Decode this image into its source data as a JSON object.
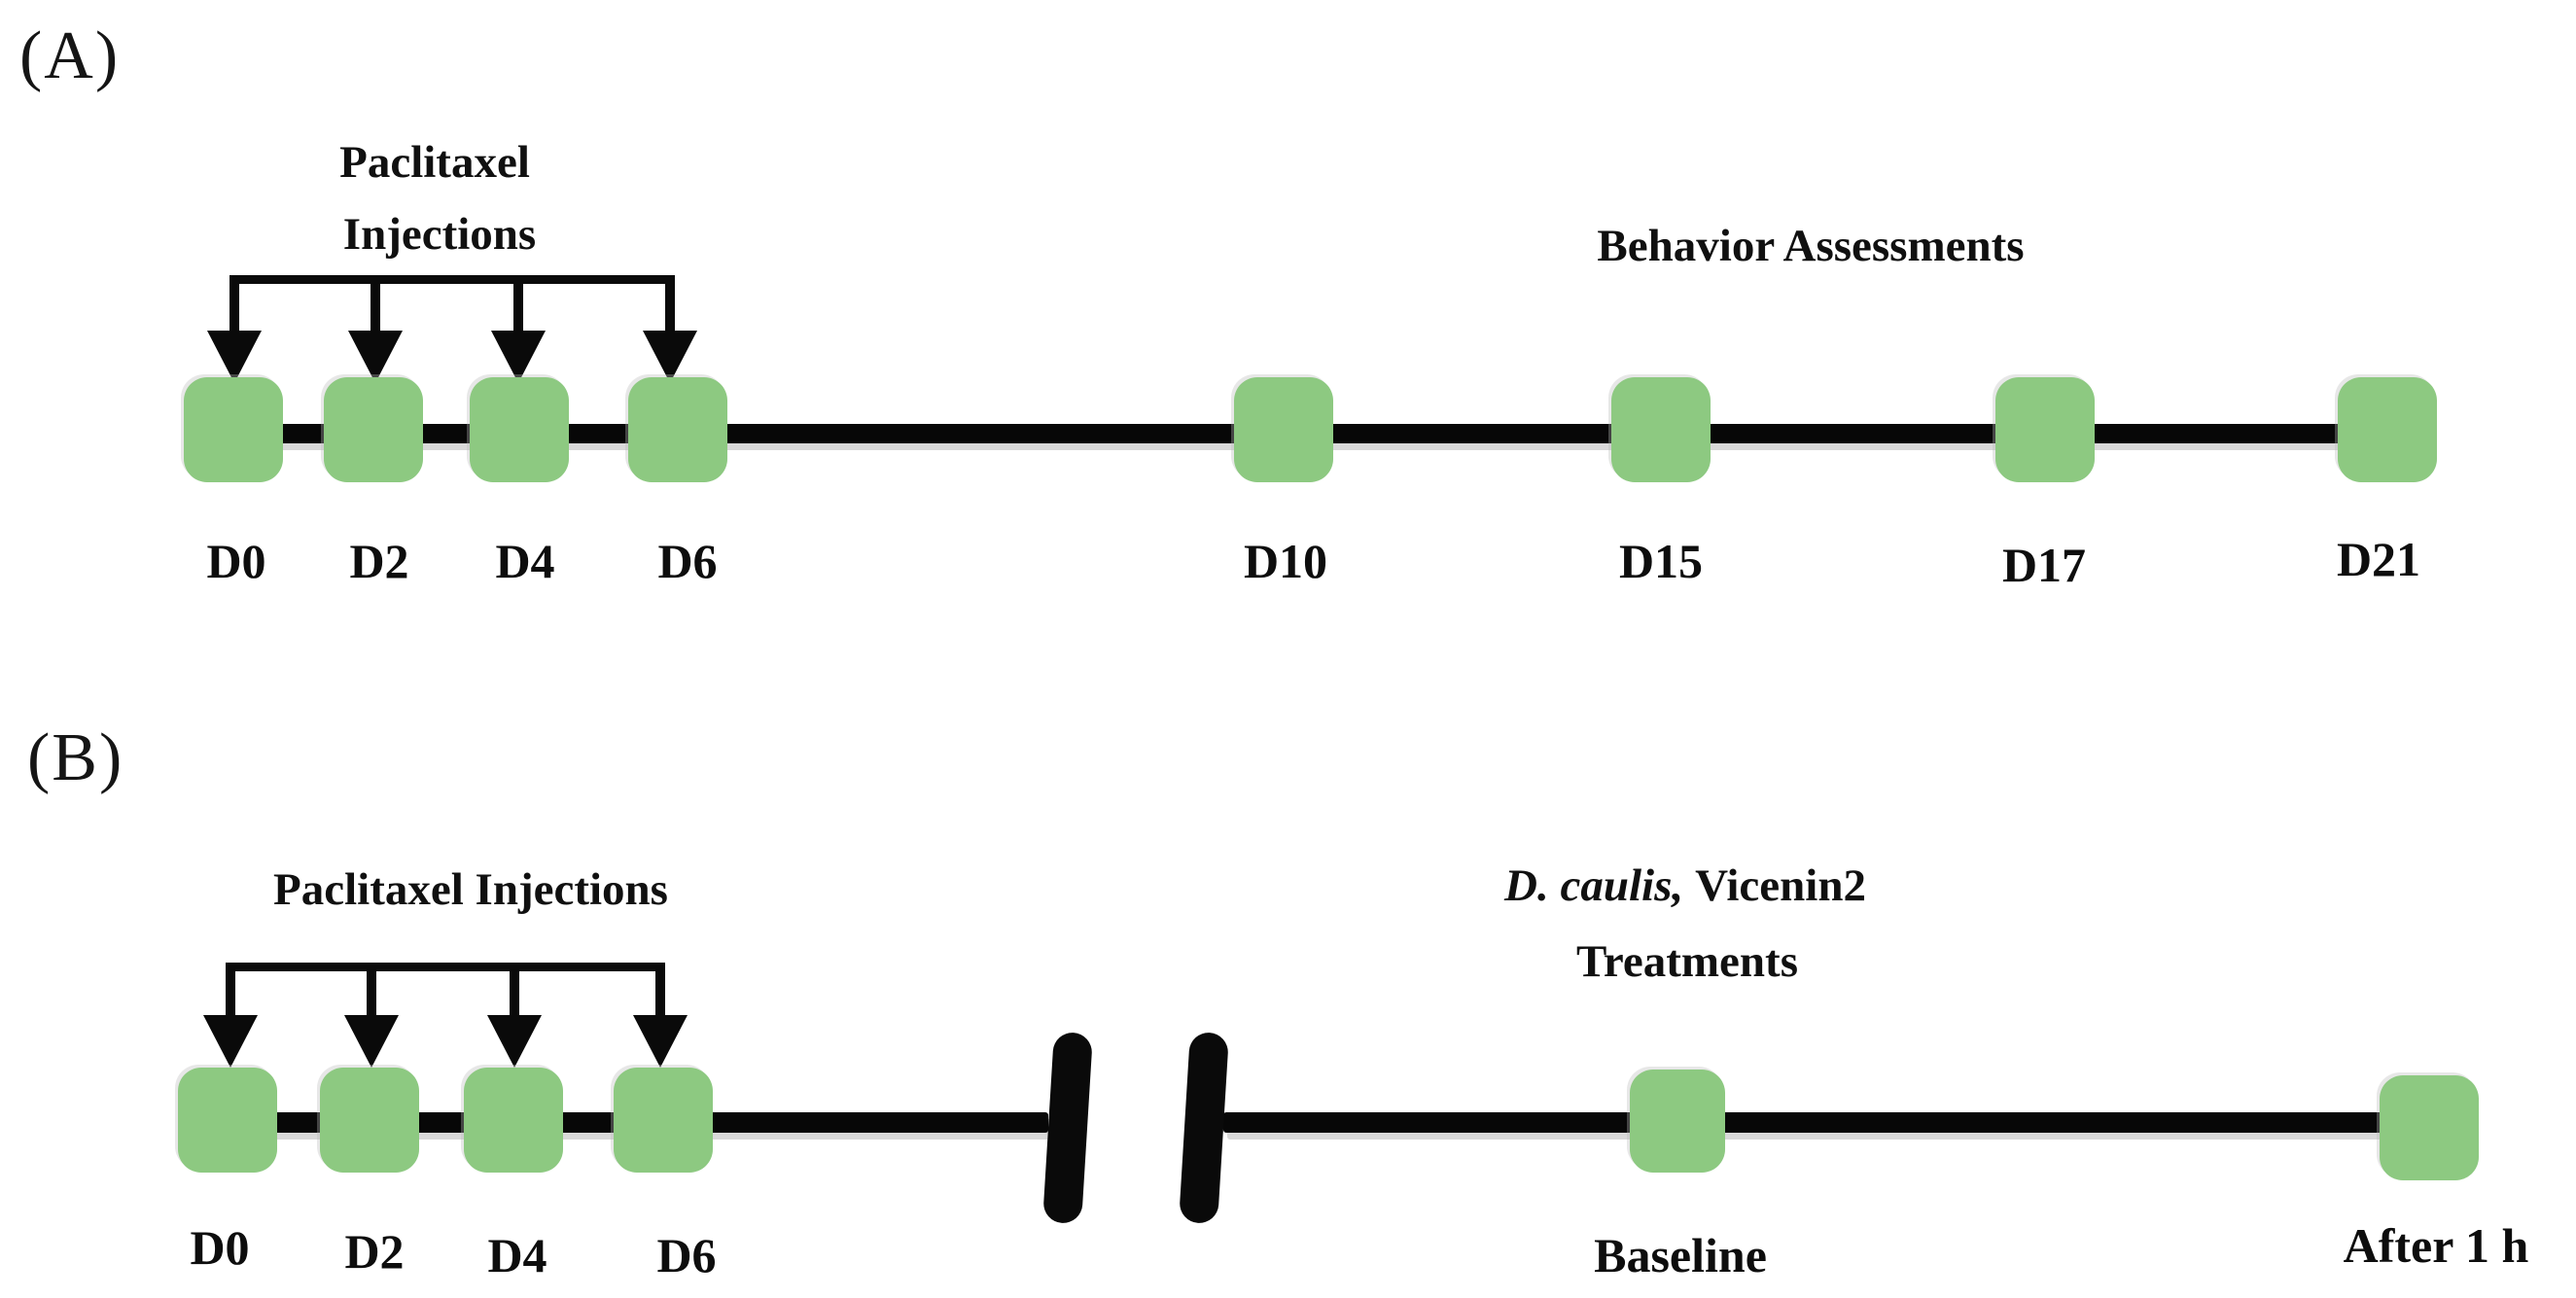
{
  "figure": {
    "panel_a": {
      "label": "(A)",
      "injection_phase": {
        "title_line1": "Paclitaxel",
        "title_line2": "Injections"
      },
      "assessment_phase": {
        "title": "Behavior Assessments"
      },
      "injection_days": [
        "D0",
        "D2",
        "D4",
        "D6"
      ],
      "assessment_days": [
        "D10",
        "D15",
        "D17",
        "D21"
      ]
    },
    "panel_b": {
      "label": "(B)",
      "injection_phase": {
        "title": "Paclitaxel Injections"
      },
      "treatment_phase": {
        "title_italic": "D. caulis,",
        "title_rest": "Vicenin2",
        "title_line2": "Treatments"
      },
      "injection_days": [
        "D0",
        "D2",
        "D4",
        "D6"
      ],
      "treatment_points": [
        "Baseline",
        "After 1 h"
      ]
    },
    "colors": {
      "marker_green": "#8dc981",
      "line_black": "#0a0a0a",
      "text_black": "#101010"
    }
  }
}
